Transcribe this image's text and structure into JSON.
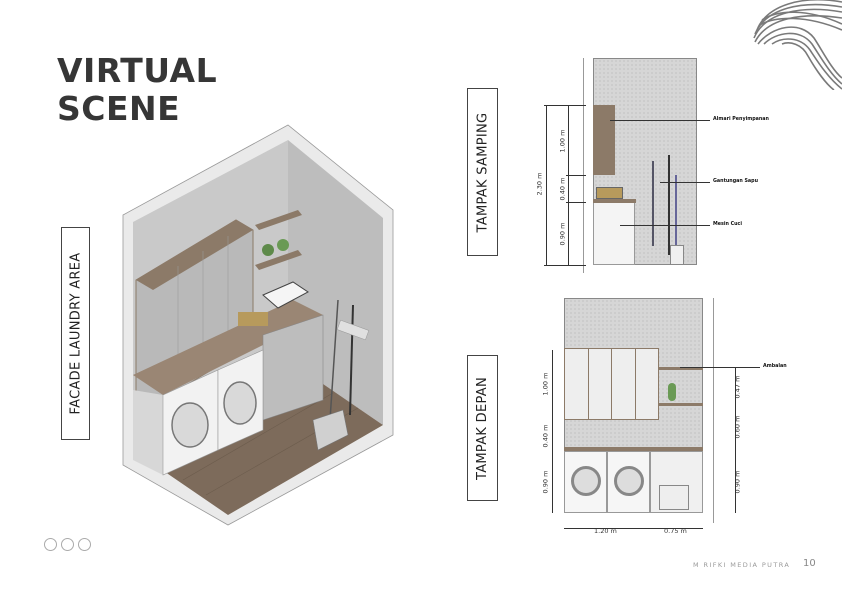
{
  "page": {
    "title_line1": "VIRTUAL",
    "title_line2": "SCENE",
    "page_number": "10",
    "author": "M RIFKI MEDIA PUTRA",
    "pagination_dots": 3
  },
  "labels": {
    "facade": "FACADE LAUNDRY AREA",
    "side_view": "TAMPAK SAMPING",
    "front_view": "TAMPAK DEPAN"
  },
  "side_view": {
    "total_height": "2.30 m",
    "dims": [
      "1.00 m",
      "0.40 m",
      "0.90 m"
    ],
    "callouts": [
      "Almari Penyimpanan",
      "Gantungan Sapu",
      "Mesin Cuci"
    ]
  },
  "front_view": {
    "left_dims": [
      "1.00 m",
      "0.40 m",
      "0.90 m"
    ],
    "right_dims": [
      "0.47 m",
      "0.60 m",
      "0.90 m"
    ],
    "bottom_dims": [
      "1.20 m",
      "0.75 m"
    ],
    "callouts": [
      "Ambalan"
    ]
  },
  "colors": {
    "title": "#363636",
    "wood": "#8c7a68",
    "wall": "#d6d6d6",
    "cabinet": "#c4c4c4",
    "appliance": "#f0f0f0"
  }
}
